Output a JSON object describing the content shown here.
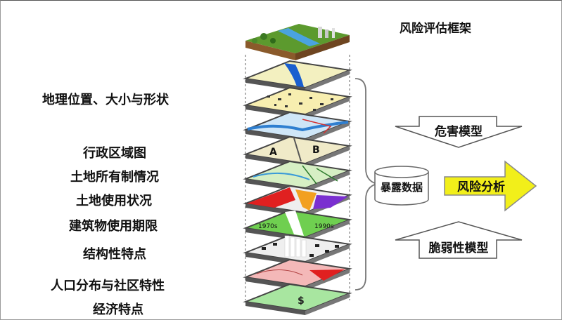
{
  "title": "风险评估框架",
  "left_labels": [
    "地理位置、大小与形状",
    "行政区域图",
    "土地所有制情况",
    "土地使用状况",
    "建筑物使用期限",
    "结构性特点",
    "人口分布与社区特性",
    "经济特点"
  ],
  "right": {
    "hazard_model": "危害模型",
    "exposure_data": "暴露数据",
    "risk_analysis": "风险分析",
    "vulnerability_model": "脆弱性模型"
  },
  "layer_marks": {
    "zone_a": "A",
    "zone_b": "B",
    "year_left": "1970s",
    "year_right": "1990s",
    "dollar": "$"
  },
  "colors": {
    "risk_arrow_fill": "#f2ef1a",
    "layer_border": "#4a4a4a"
  }
}
